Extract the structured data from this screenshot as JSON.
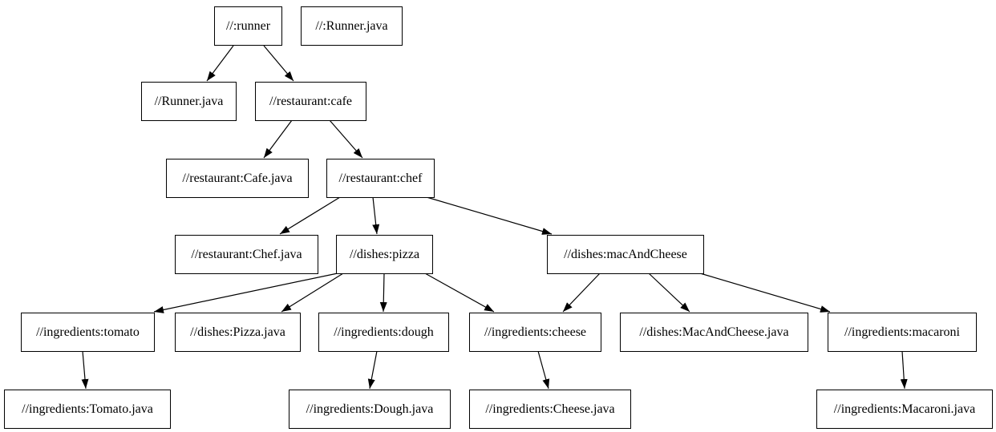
{
  "graph": {
    "type": "dependency-graph",
    "colors": {
      "background": "#ffffff",
      "node_fill": "#ffffff",
      "node_border": "#000000",
      "text": "#000000",
      "edge": "#000000"
    },
    "nodes": [
      {
        "id": "runner",
        "label": "//:runner"
      },
      {
        "id": "root_runner_java",
        "label": "//:Runner.java"
      },
      {
        "id": "runner_java",
        "label": "//Runner.java"
      },
      {
        "id": "cafe",
        "label": "//restaurant:cafe"
      },
      {
        "id": "cafe_java",
        "label": "//restaurant:Cafe.java"
      },
      {
        "id": "chef",
        "label": "//restaurant:chef"
      },
      {
        "id": "chef_java",
        "label": "//restaurant:Chef.java"
      },
      {
        "id": "pizza",
        "label": "//dishes:pizza"
      },
      {
        "id": "mac_and_cheese",
        "label": "//dishes:macAndCheese"
      },
      {
        "id": "tomato",
        "label": "//ingredients:tomato"
      },
      {
        "id": "pizza_java",
        "label": "//dishes:Pizza.java"
      },
      {
        "id": "dough",
        "label": "//ingredients:dough"
      },
      {
        "id": "cheese",
        "label": "//ingredients:cheese"
      },
      {
        "id": "mac_and_cheese_java",
        "label": "//dishes:MacAndCheese.java"
      },
      {
        "id": "macaroni",
        "label": "//ingredients:macaroni"
      },
      {
        "id": "tomato_java",
        "label": "//ingredients:Tomato.java"
      },
      {
        "id": "dough_java",
        "label": "//ingredients:Dough.java"
      },
      {
        "id": "cheese_java",
        "label": "//ingredients:Cheese.java"
      },
      {
        "id": "macaroni_java",
        "label": "//ingredients:Macaroni.java"
      }
    ],
    "edges": [
      {
        "from": "runner",
        "to": "runner_java"
      },
      {
        "from": "runner",
        "to": "cafe"
      },
      {
        "from": "cafe",
        "to": "cafe_java"
      },
      {
        "from": "cafe",
        "to": "chef"
      },
      {
        "from": "chef",
        "to": "chef_java"
      },
      {
        "from": "chef",
        "to": "pizza"
      },
      {
        "from": "chef",
        "to": "mac_and_cheese"
      },
      {
        "from": "pizza",
        "to": "tomato"
      },
      {
        "from": "pizza",
        "to": "pizza_java"
      },
      {
        "from": "pizza",
        "to": "dough"
      },
      {
        "from": "pizza",
        "to": "cheese"
      },
      {
        "from": "mac_and_cheese",
        "to": "cheese"
      },
      {
        "from": "mac_and_cheese",
        "to": "mac_and_cheese_java"
      },
      {
        "from": "mac_and_cheese",
        "to": "macaroni"
      }
    ],
    "file_edges": [
      {
        "from": "tomato",
        "to": "tomato_java"
      },
      {
        "from": "dough",
        "to": "dough_java"
      },
      {
        "from": "cheese",
        "to": "cheese_java"
      },
      {
        "from": "macaroni",
        "to": "macaroni_java"
      }
    ]
  }
}
